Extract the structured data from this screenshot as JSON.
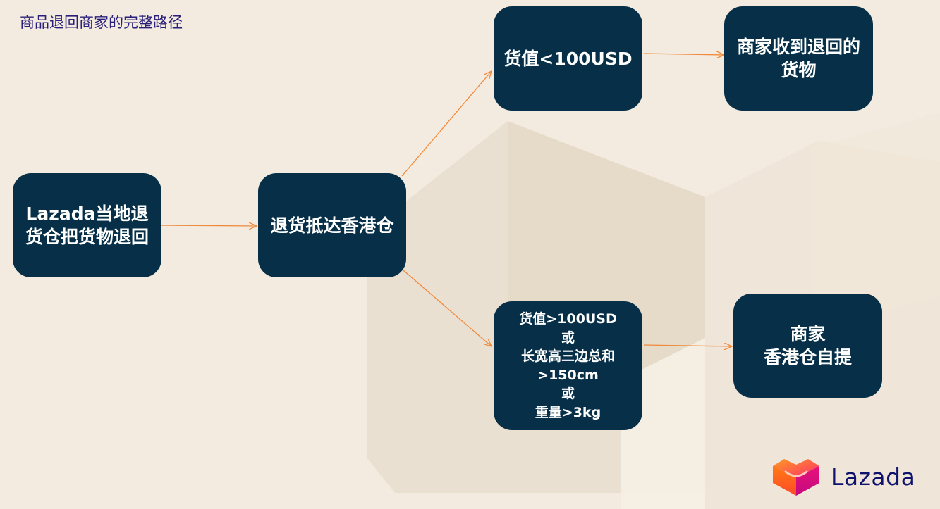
{
  "page": {
    "title": "商品退回商家的完整路径"
  },
  "colors": {
    "background": "#f3ebdf",
    "node_fill": "#073048",
    "node_text": "#ffffff",
    "arrow": "#f08a3c",
    "title": "#2a1f7a",
    "logo_text": "#0f136e"
  },
  "flow": {
    "local_warehouse": "Lazada当地退\n货仓把货物退回",
    "hk_warehouse": "退货抵达香港仓",
    "value_low": "货值<100USD",
    "merchant_receive": "商家收到退回的\n货物",
    "value_high": "货值>100USD\n或\n长宽高三边总和\n>150cm\n或\n重量>3kg",
    "merchant_pickup": "商家\n香港仓自提"
  },
  "brand": {
    "name": "Lazada",
    "logo_icon": "lazada-heart-icon"
  }
}
